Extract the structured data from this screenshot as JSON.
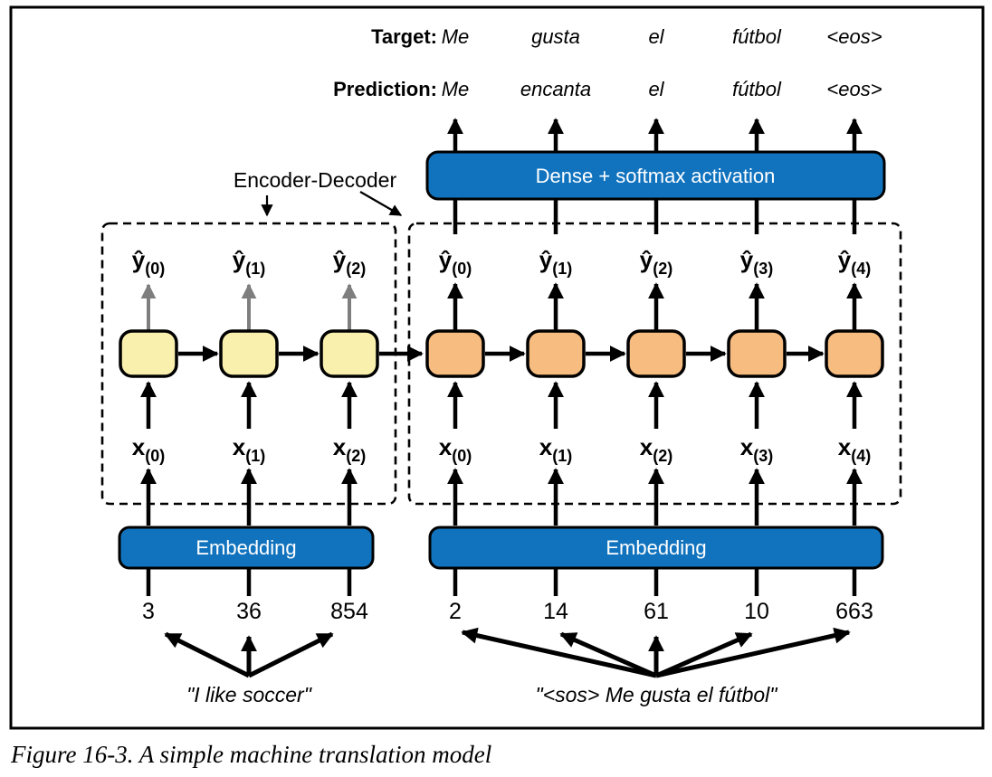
{
  "colors": {
    "blue": "#1173be",
    "cell_yellow": "#f9f0ae",
    "cell_orange": "#f7bc80",
    "gray": "#7e7e7e",
    "green": "#2b9e57",
    "red": "#d5565c"
  },
  "header": {
    "target_label": "Target:",
    "prediction_label": "Prediction:",
    "target_words": [
      "Me",
      "gusta",
      "el",
      "fútbol",
      "<eos>"
    ],
    "prediction_words": [
      {
        "text": "Me",
        "color": "#2b9e57"
      },
      {
        "text": "encanta",
        "color": "#d5565c"
      },
      {
        "text": "el",
        "color": "#2b9e57"
      },
      {
        "text": "fútbol",
        "color": "#2b9e57"
      },
      {
        "text": "<eos>",
        "color": "#2b9e57"
      }
    ]
  },
  "annotation": {
    "label": "Encoder-Decoder"
  },
  "dense": {
    "label": "Dense + softmax activation"
  },
  "encoder": {
    "embedding_label": "Embedding",
    "y_labels": [
      {
        "base": "ŷ",
        "sub": "(0)"
      },
      {
        "base": "ŷ",
        "sub": "(1)"
      },
      {
        "base": "ŷ",
        "sub": "(2)"
      }
    ],
    "x_labels": [
      {
        "base": "x",
        "sub": "(0)"
      },
      {
        "base": "x",
        "sub": "(1)"
      },
      {
        "base": "x",
        "sub": "(2)"
      }
    ],
    "token_ids": [
      "3",
      "36",
      "854"
    ],
    "sentence": "\"I like soccer\""
  },
  "decoder": {
    "embedding_label": "Embedding",
    "y_labels": [
      {
        "base": "ŷ",
        "sub": "(0)"
      },
      {
        "base": "ŷ",
        "sub": "(1)"
      },
      {
        "base": "ŷ",
        "sub": "(2)"
      },
      {
        "base": "ŷ",
        "sub": "(3)"
      },
      {
        "base": "ŷ",
        "sub": "(4)"
      }
    ],
    "x_labels": [
      {
        "base": "x",
        "sub": "(0)"
      },
      {
        "base": "x",
        "sub": "(1)"
      },
      {
        "base": "x",
        "sub": "(2)"
      },
      {
        "base": "x",
        "sub": "(3)"
      },
      {
        "base": "x",
        "sub": "(4)"
      }
    ],
    "token_ids": [
      "2",
      "14",
      "61",
      "10",
      "663"
    ],
    "sentence": "\"<sos> Me gusta el fútbol\""
  },
  "caption": "Figure 16-3. A simple machine translation model"
}
